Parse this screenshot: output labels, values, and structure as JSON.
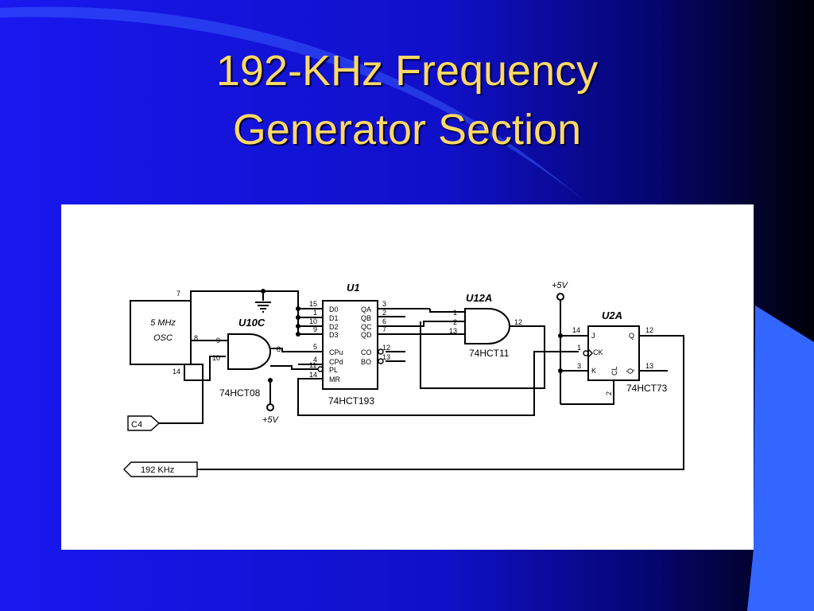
{
  "slide": {
    "title_line1": "192-KHz Frequency",
    "title_line2": "Generator Section",
    "colors": {
      "title": "#ffd966",
      "background": "#1414e6",
      "panel": "#ffffff"
    }
  },
  "schematic": {
    "osc": {
      "line1": "5 MHz",
      "line2": "OSC",
      "pin_top": "7",
      "pin_right": "8",
      "pin_bottom": "14"
    },
    "u10c": {
      "ref": "U10C",
      "part": "74HCT08",
      "pins": [
        "9",
        "10",
        "8"
      ],
      "supply": "+5V"
    },
    "u1": {
      "ref": "U1",
      "part": "74HCT193",
      "left_pins": [
        "15",
        "1",
        "10",
        "9",
        "5",
        "4",
        "11",
        "14"
      ],
      "left_labels": [
        "D0",
        "D1",
        "D2",
        "D3",
        "CPu",
        "CPd",
        "PL",
        "MR"
      ],
      "right_pins": [
        "3",
        "2",
        "6",
        "7",
        "12",
        "13"
      ],
      "right_labels": [
        "QA",
        "QB",
        "QC",
        "QD",
        "CO",
        "BO"
      ]
    },
    "u12a": {
      "ref": "U12A",
      "part": "74HCT11",
      "pins": [
        "1",
        "2",
        "13",
        "12"
      ]
    },
    "u2a": {
      "ref": "U2A",
      "part": "74HCT73",
      "supply": "+5V",
      "left_pins": [
        "14",
        "1",
        "3"
      ],
      "left_labels": [
        "J",
        "CK",
        "K"
      ],
      "right_pins": [
        "12",
        "13"
      ],
      "right_labels": [
        "Q",
        "Q̄"
      ],
      "bottom_pin": "2",
      "bottom_label": "CL"
    },
    "ports": {
      "input": "C4",
      "output": "192 KHz"
    }
  }
}
